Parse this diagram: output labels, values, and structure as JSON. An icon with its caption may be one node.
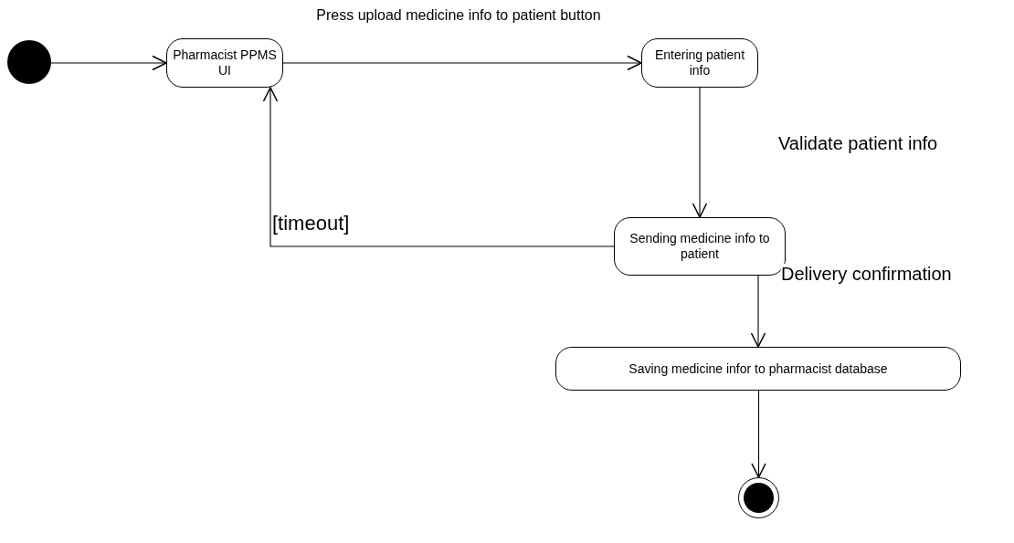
{
  "diagram": {
    "nodes": [
      {
        "text": [],
        "shape": "circle"
      },
      {
        "text": [
          "Pharmacist PPMS UI"
        ]
      },
      {
        "text": [
          "Entering patient info"
        ]
      },
      {
        "text": [
          "Sending medicine info to patient"
        ]
      },
      {
        "text": [
          "Saving medicine infor to pharmacist database"
        ]
      },
      {
        "text": [],
        "shape": "bullseye"
      }
    ],
    "edges": [
      {
        "from": 0,
        "to": 1,
        "arrow": "to"
      },
      {
        "from": 1,
        "to": 2,
        "arrow": "to",
        "label": "Press upload medicine info to patient button"
      },
      {
        "from": 2,
        "to": 3,
        "arrow": "to",
        "label": "Validate patient info"
      },
      {
        "from": 3,
        "to": 1,
        "arrow": "to",
        "label": "[timeout]"
      },
      {
        "from": 3,
        "to": 4,
        "arrow": "to",
        "label": "Delivery confirmation"
      },
      {
        "from": 4,
        "to": 5,
        "arrow": "to"
      }
    ]
  }
}
